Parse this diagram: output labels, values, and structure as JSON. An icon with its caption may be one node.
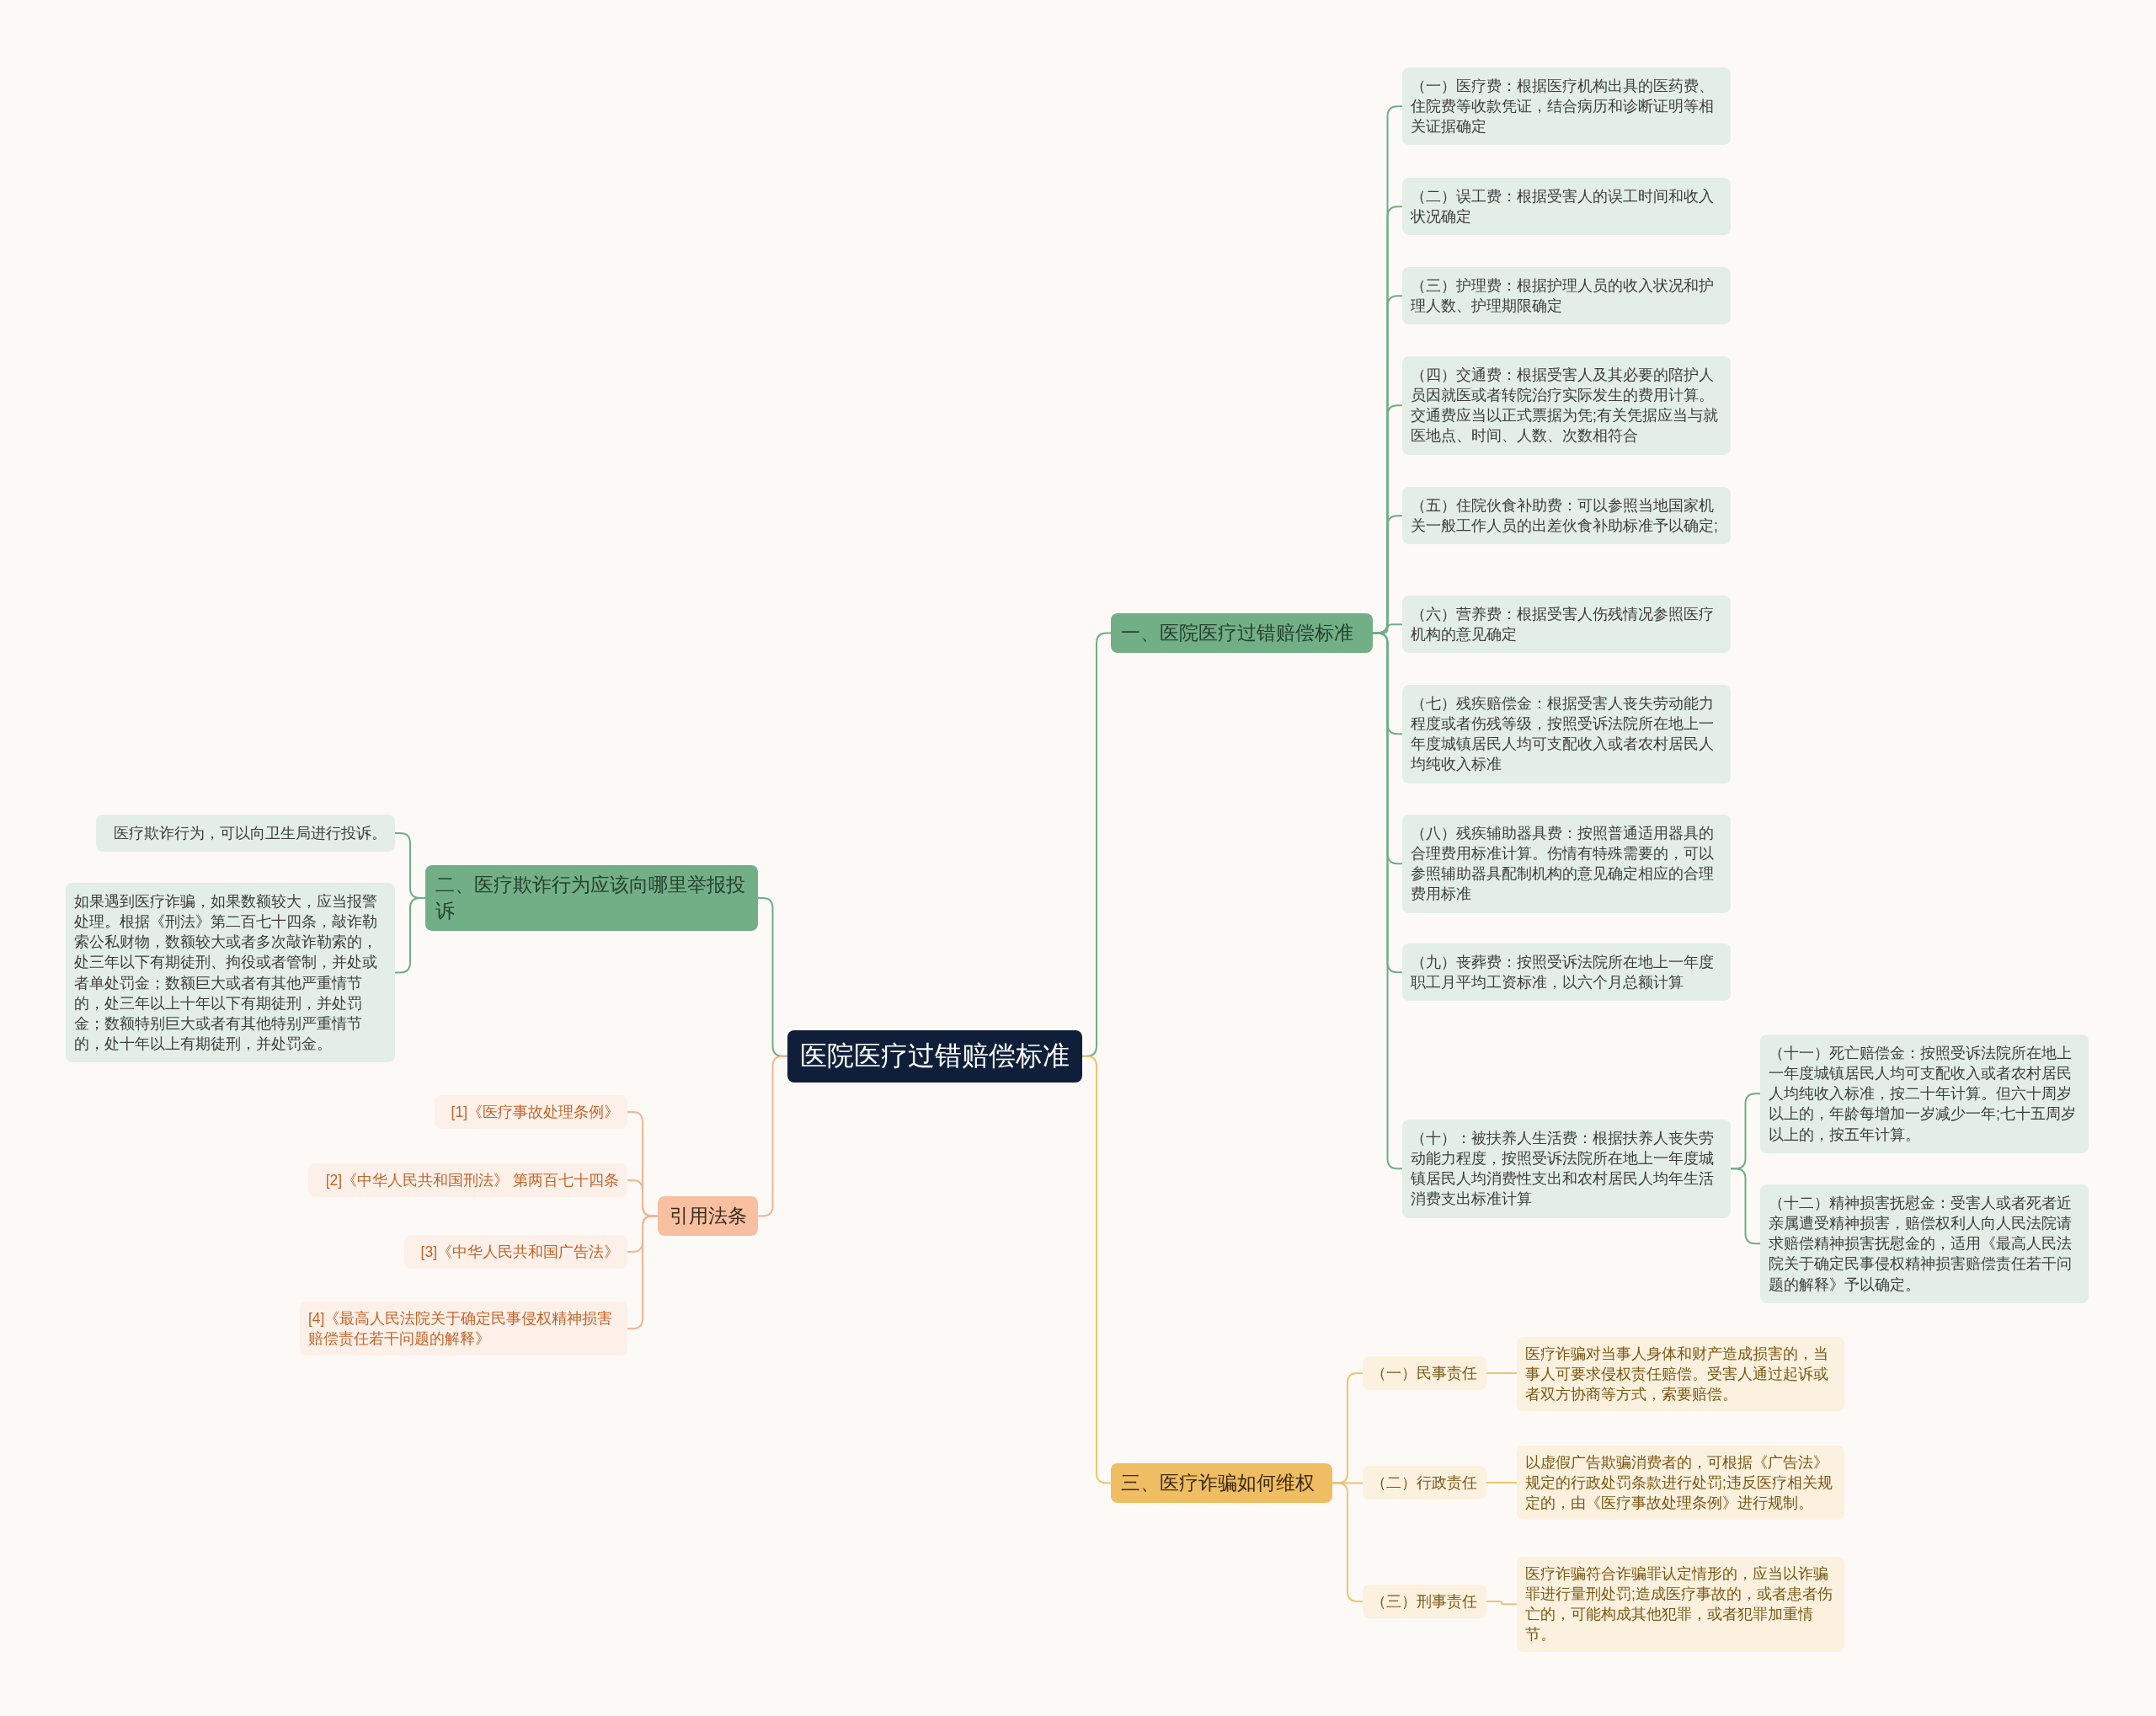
{
  "diagram": {
    "nodes": [
      {
        "text": [
          "医院医疗过错赔偿标准"
        ]
      },
      {
        "text": [
          "一、医院医疗过错赔偿标准"
        ]
      },
      {
        "text": [
          "（一）医疗费：根据医疗机构出具的医药费、住院费等收款凭证，结合病历和诊断证明等相关证据确定"
        ]
      },
      {
        "text": [
          "（二）误工费：根据受害人的误工时间和收入状况确定"
        ]
      },
      {
        "text": [
          "（三）护理费：根据护理人员的收入状况和护理人数、护理期限确定"
        ]
      },
      {
        "text": [
          "（四）交通费：根据受害人及其必要的陪护人员因就医或者转院治疗实际发生的费用计算。交通费应当以正式票据为凭;有关凭据应当与就医地点、时间、人数、次数相符合"
        ]
      },
      {
        "text": [
          "（五）住院伙食补助费：可以参照当地国家机关一般工作人员的出差伙食补助标准予以确定;"
        ]
      },
      {
        "text": [
          "（六）营养费：根据受害人伤残情况参照医疗机构的意见确定"
        ]
      },
      {
        "text": [
          "（七）残疾赔偿金：根据受害人丧失劳动能力程度或者伤残等级，按照受诉法院所在地上一年度城镇居民人均可支配收入或者农村居民人均纯收入标准"
        ]
      },
      {
        "text": [
          "（八）残疾辅助器具费：按照普通适用器具的合理费用标准计算。伤情有特殊需要的，可以参照辅助器具配制机构的意见确定相应的合理费用标准"
        ]
      },
      {
        "text": [
          "（九）丧葬费：按照受诉法院所在地上一年度职工月平均工资标准，以六个月总额计算"
        ]
      },
      {
        "text": [
          "（十）：被扶养人生活费：根据扶养人丧失劳动能力程度，按照受诉法院所在地上一年度城镇居民人均消费性支出和农村居民人均年生活消费支出标准计算"
        ]
      },
      {
        "text": [
          "（十一）死亡赔偿金：按照受诉法院所在地上一年度城镇居民人均可支配收入或者农村居民人均纯收入标准，按二十年计算。但六十周岁以上的，年龄每增加一岁减少一年;七十五周岁以上的，按五年计算。"
        ]
      },
      {
        "text": [
          "（十二）精神损害抚慰金：受害人或者死者近亲属遭受精神损害，赔偿权利人向人民法院请求赔偿精神损害抚慰金的，适用《最高人民法院关于确定民事侵权精神损害赔偿责任若干问题的解释》予以确定。"
        ]
      },
      {
        "text": [
          "二、医疗欺诈行为应该向哪里举报投诉"
        ]
      },
      {
        "text": [
          "医疗欺诈行为，可以向卫生局进行投诉。"
        ]
      },
      {
        "text": [
          "如果遇到医疗诈骗，如果数额较大，应当报警处理。根据《刑法》第二百七十四条，敲诈勒索公私财物，数额较大或者多次敲诈勒索的，处三年以下有期徒刑、拘役或者管制，并处或者单处罚金；数额巨大或者有其他严重情节的，处三年以上十年以下有期徒刑，并处罚金；数额特别巨大或者有其他特别严重情节的，处十年以上有期徒刑，并处罚金。"
        ]
      },
      {
        "text": [
          "引用法条"
        ]
      },
      {
        "text": [
          "[1]《医疗事故处理条例》"
        ]
      },
      {
        "text": [
          "[2]《中华人民共和国刑法》 第两百七十四条"
        ]
      },
      {
        "text": [
          "[3]《中华人民共和国广告法》"
        ]
      },
      {
        "text": [
          "[4]《最高人民法院关于确定民事侵权精神损害赔偿责任若干问题的解释》"
        ]
      },
      {
        "text": [
          "三、医疗诈骗如何维权"
        ]
      },
      {
        "text": [
          "（一）民事责任"
        ]
      },
      {
        "text": [
          "医疗诈骗对当事人身体和财产造成损害的，当事人可要求侵权责任赔偿。受害人通过起诉或者双方协商等方式，索要赔偿。"
        ]
      },
      {
        "text": [
          "（二）行政责任"
        ]
      },
      {
        "text": [
          "以虚假广告欺骗消费者的，可根据《广告法》规定的行政处罚条款进行处罚;违反医疗相关规定的，由《医疗事故处理条例》进行规制。"
        ]
      },
      {
        "text": [
          "（三）刑事责任"
        ]
      },
      {
        "text": [
          "医疗诈骗符合诈骗罪认定情形的，应当以诈骗罪进行量刑处罚;造成医疗事故的，或者患者伤亡的，可能构成其他犯罪，或者犯罪加重情节。"
        ]
      }
    ],
    "edges": [
      {
        "from": 0,
        "to": 1,
        "arrow": "none"
      },
      {
        "from": 1,
        "to": 2,
        "arrow": "none"
      },
      {
        "from": 1,
        "to": 3,
        "arrow": "none"
      },
      {
        "from": 1,
        "to": 4,
        "arrow": "none"
      },
      {
        "from": 1,
        "to": 5,
        "arrow": "none"
      },
      {
        "from": 1,
        "to": 6,
        "arrow": "none"
      },
      {
        "from": 1,
        "to": 7,
        "arrow": "none"
      },
      {
        "from": 1,
        "to": 8,
        "arrow": "none"
      },
      {
        "from": 1,
        "to": 9,
        "arrow": "none"
      },
      {
        "from": 1,
        "to": 10,
        "arrow": "none"
      },
      {
        "from": 1,
        "to": 11,
        "arrow": "none"
      },
      {
        "from": 11,
        "to": 12,
        "arrow": "none"
      },
      {
        "from": 11,
        "to": 13,
        "arrow": "none"
      },
      {
        "from": 0,
        "to": 14,
        "arrow": "none",
        "color": "#6fae84"
      },
      {
        "from": 14,
        "to": 15,
        "arrow": "none"
      },
      {
        "from": 14,
        "to": 16,
        "arrow": "none"
      },
      {
        "from": 0,
        "to": 17,
        "arrow": "none",
        "color": "#f2b490"
      },
      {
        "from": 17,
        "to": 18,
        "arrow": "none",
        "color": "#f2b490"
      },
      {
        "from": 17,
        "to": 19,
        "arrow": "none",
        "color": "#f2b490"
      },
      {
        "from": 17,
        "to": 20,
        "arrow": "none",
        "color": "#f2b490"
      },
      {
        "from": 17,
        "to": 21,
        "arrow": "none",
        "color": "#f2b490"
      },
      {
        "from": 0,
        "to": 22,
        "arrow": "none",
        "color": "#ecc56e"
      },
      {
        "from": 22,
        "to": 23,
        "arrow": "none",
        "color": "#ecc56e"
      },
      {
        "from": 22,
        "to": 25,
        "arrow": "none",
        "color": "#ecc56e"
      },
      {
        "from": 22,
        "to": 27,
        "arrow": "none",
        "color": "#ecc56e"
      },
      {
        "from": 23,
        "to": 24,
        "arrow": "none",
        "color": "#ecc56e"
      },
      {
        "from": 25,
        "to": 26,
        "arrow": "none",
        "color": "#ecc56e"
      },
      {
        "from": 27,
        "to": 28,
        "arrow": "none",
        "color": "#ecc56e"
      }
    ]
  }
}
